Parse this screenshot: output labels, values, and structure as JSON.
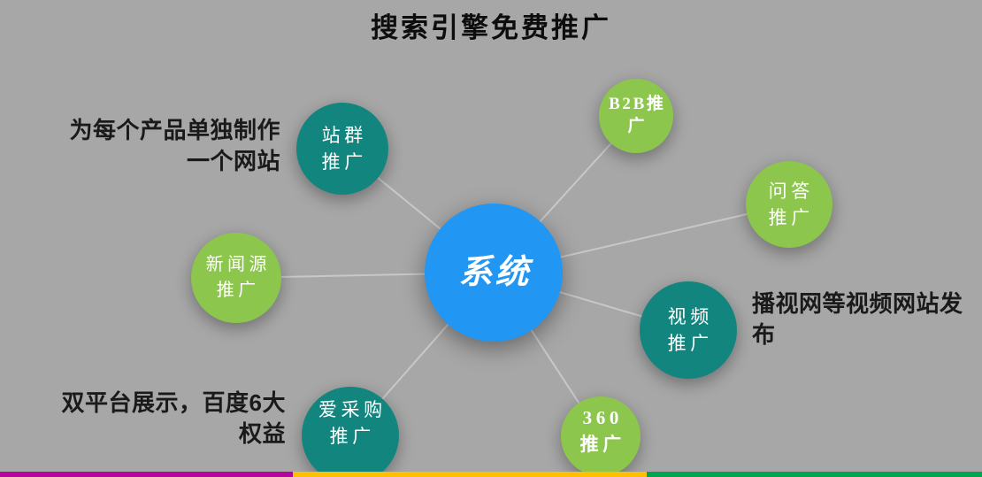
{
  "title": "搜索引擎免费推广",
  "center": {
    "label": "系统"
  },
  "satellites": [
    {
      "name": "站群推广",
      "line1": "站群",
      "line2": "推广",
      "color": "#12867e"
    },
    {
      "name": "B2B推广",
      "line1": "B2B推",
      "line2": "广",
      "color": "#8dc64d"
    },
    {
      "name": "问答推广",
      "line1": "问答",
      "line2": "推广",
      "color": "#8dc64d"
    },
    {
      "name": "视频推广",
      "line1": "视频",
      "line2": "推广",
      "color": "#12867e"
    },
    {
      "name": "360推广",
      "line1": "360",
      "line2": "推广",
      "color": "#8dc64d"
    },
    {
      "name": "爱采购推广",
      "line1": "爱采购",
      "line2": "推广",
      "color": "#12867e"
    },
    {
      "name": "新闻源推广",
      "line1": "新闻源",
      "line2": "推广",
      "color": "#8dc64d"
    }
  ],
  "annotations": {
    "site_note": "为每个产品单独制作\n一个网站",
    "video_note": "播视网等视频网站发\n布",
    "baidu_note": "双平台展示，百度6大\n权益"
  },
  "colors": {
    "background": "#a7a7a7",
    "center_node": "#2196f3",
    "teal_node": "#12867e",
    "green_node": "#8dc64d",
    "connector_line": "#c8c8c8",
    "footer_bar_magenta": "#b5059f",
    "footer_bar_yellow": "#ffc002",
    "footer_bar_green": "#00a64f",
    "title_text": "#0d0d0d",
    "annotation_text": "#1a1a1a"
  }
}
